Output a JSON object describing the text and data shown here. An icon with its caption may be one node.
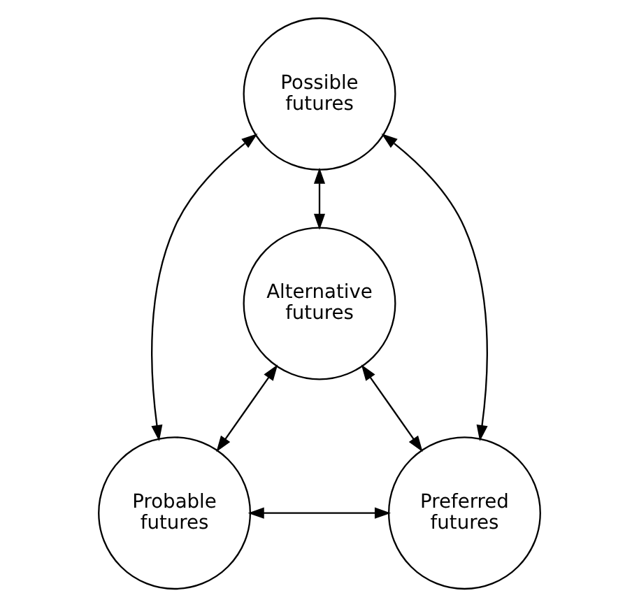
{
  "diagram": {
    "nodes": [
      {
        "text": [
          "Possible futures"
        ]
      },
      {
        "text": [
          "Alternative futures"
        ]
      },
      {
        "text": [
          "Probable futures"
        ]
      },
      {
        "text": [
          "Preferred futures"
        ]
      }
    ],
    "edges": [
      {
        "from": 0,
        "to": 1,
        "arrow": "both"
      },
      {
        "from": 0,
        "to": 2,
        "arrow": "both"
      },
      {
        "from": 0,
        "to": 3,
        "arrow": "both"
      },
      {
        "from": 1,
        "to": 2,
        "arrow": "both"
      },
      {
        "from": 1,
        "to": 3,
        "arrow": "both"
      },
      {
        "from": 2,
        "to": 3,
        "arrow": "both"
      }
    ]
  }
}
